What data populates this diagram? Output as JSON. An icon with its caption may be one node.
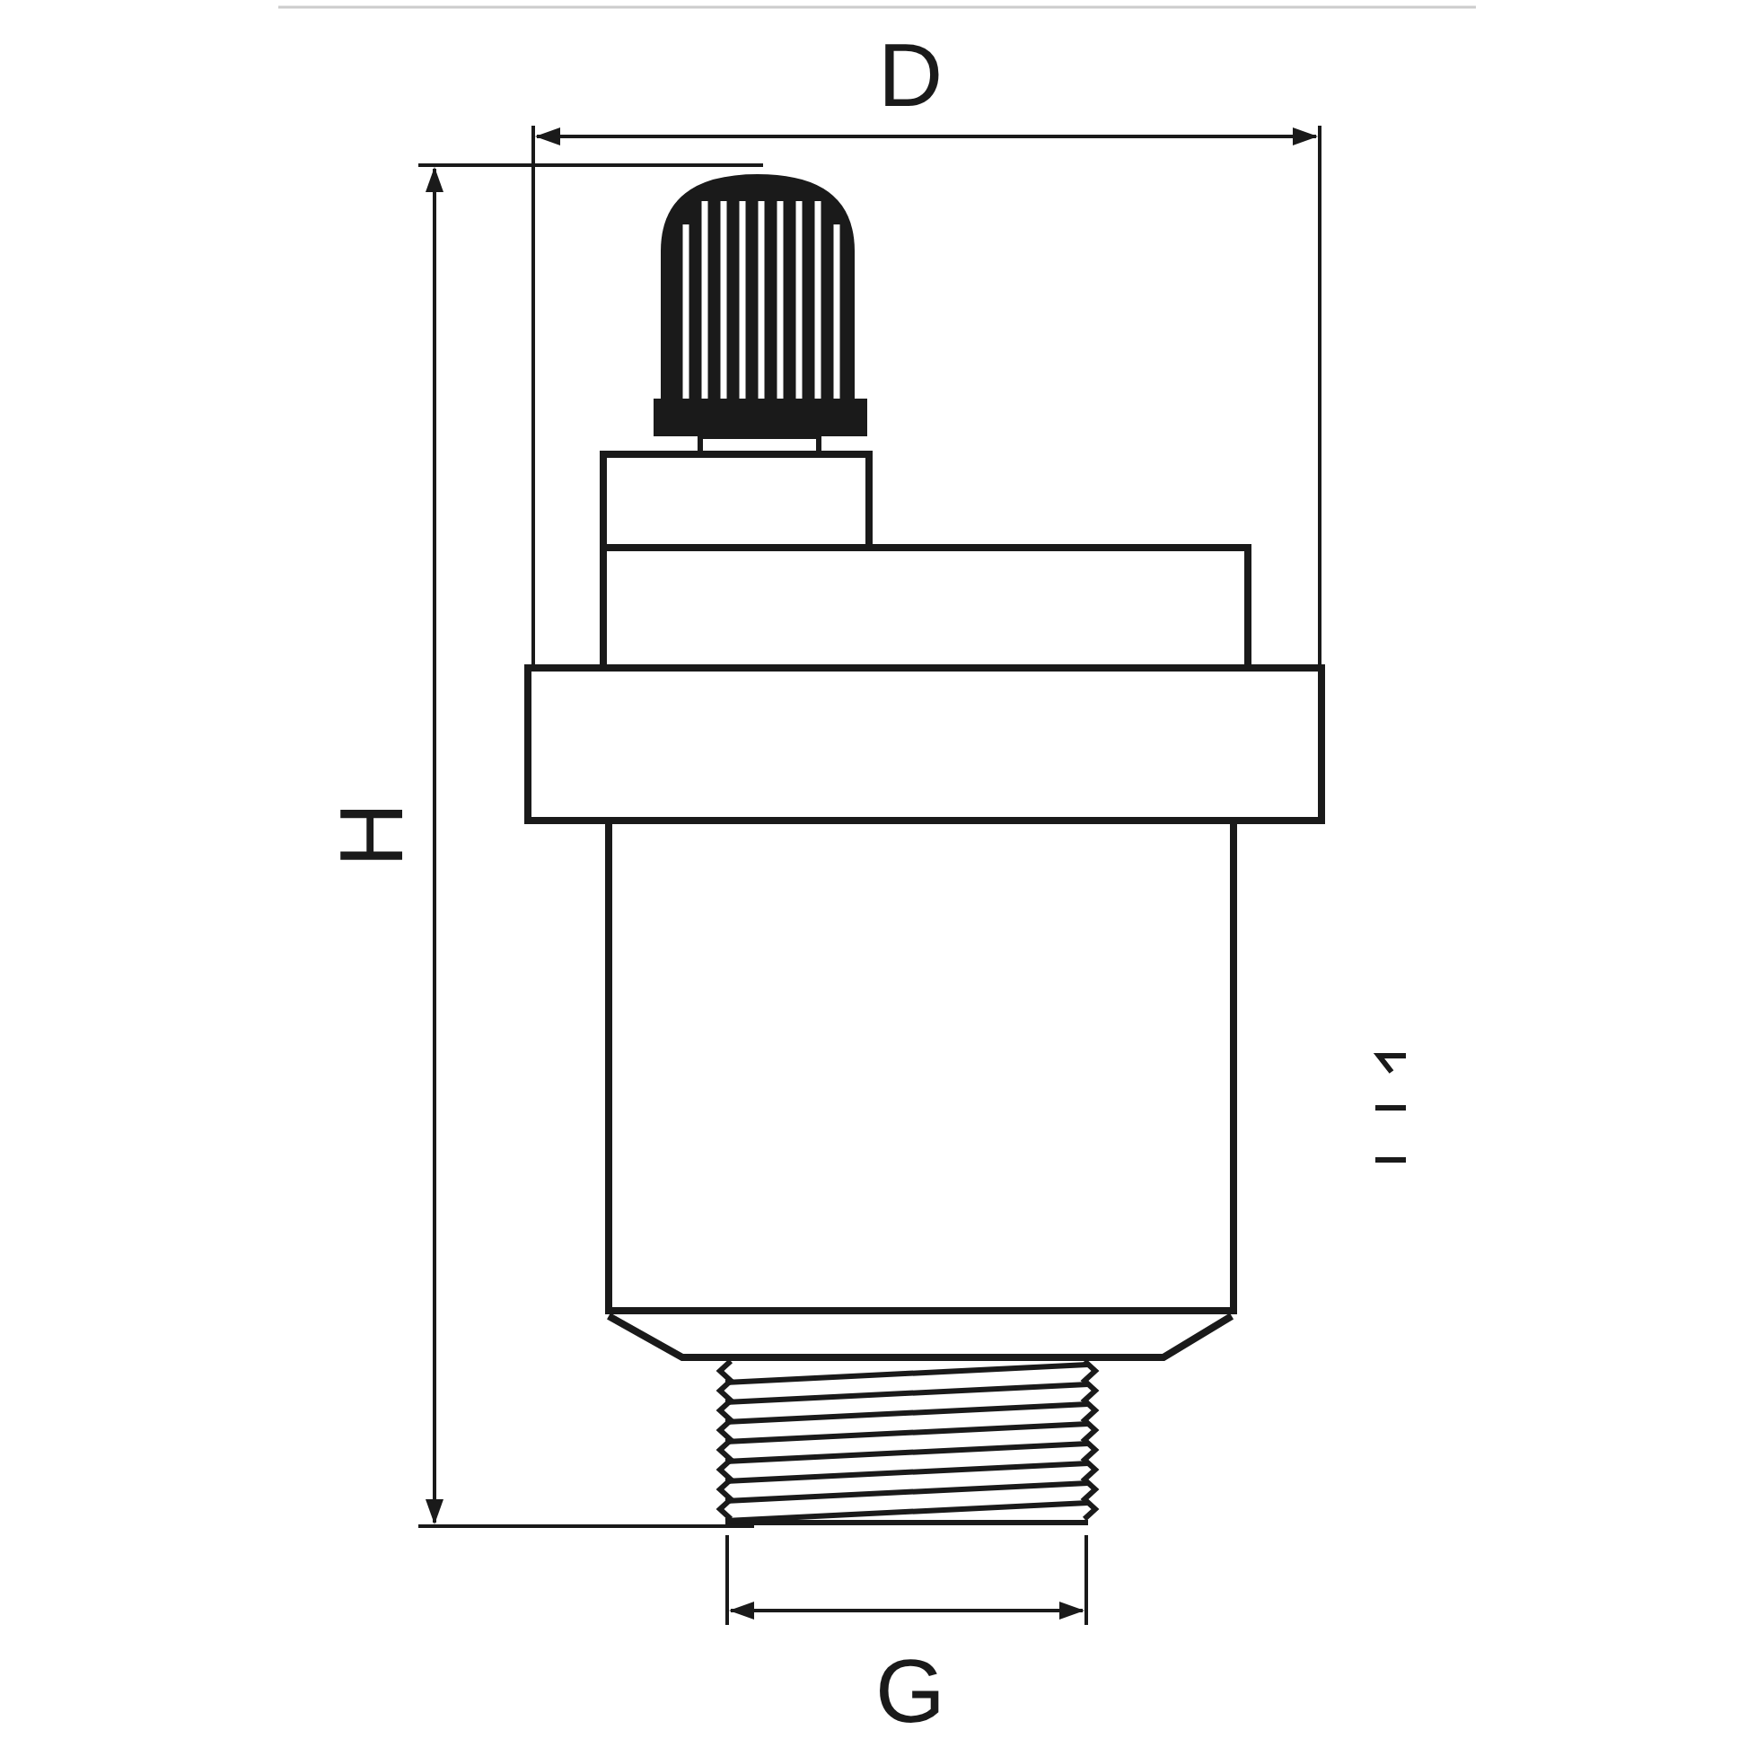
{
  "diagram": {
    "labels": [
      "D",
      "H",
      "G"
    ]
  }
}
